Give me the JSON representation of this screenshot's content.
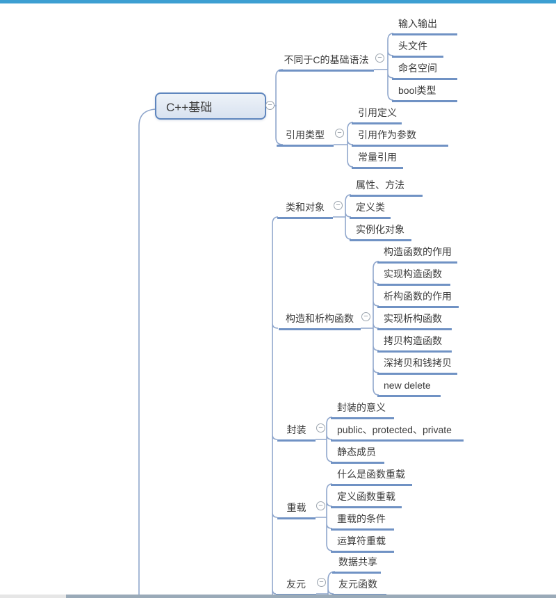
{
  "icons": {
    "collapse_glyph": "−"
  },
  "colors": {
    "top_bar": "#3D9FD2",
    "branch_line_thick": "#7092C4",
    "branch_line_thin": "#8FA6CC",
    "root_border": "#5F86BE",
    "root_fill_top": "#EDF2F8",
    "root_fill_bottom": "#D8E2F0",
    "text": "#3B3B3B",
    "scrollbar_thumb": "#9AAAB8",
    "scrollbar_track": "#E6E6E6"
  },
  "mindmap": {
    "root": {
      "label": "C++基础"
    },
    "topics": [
      {
        "label": "不同于C的基础语法",
        "children": [
          "输入输出",
          "头文件",
          "命名空间",
          "bool类型"
        ]
      },
      {
        "label": "引用类型",
        "children": [
          "引用定义",
          "引用作为参数",
          "常量引用"
        ]
      },
      {
        "label": "类和对象",
        "children": [
          "属性、方法",
          "定义类",
          "实例化对象"
        ]
      },
      {
        "label": "构造和析构函数",
        "children": [
          "构造函数的作用",
          "实现构造函数",
          "析构函数的作用",
          "实现析构函数",
          "拷贝构造函数",
          "深拷贝和钱拷贝",
          "new delete"
        ]
      },
      {
        "label": "封装",
        "children": [
          "封装的意义",
          "public、protected、private",
          "静态成员"
        ]
      },
      {
        "label": "重载",
        "children": [
          "什么是函数重载",
          "定义函数重载",
          "重载的条件",
          "运算符重载"
        ]
      },
      {
        "label": "友元",
        "children": [
          "数据共享",
          "友元函数"
        ]
      }
    ]
  }
}
